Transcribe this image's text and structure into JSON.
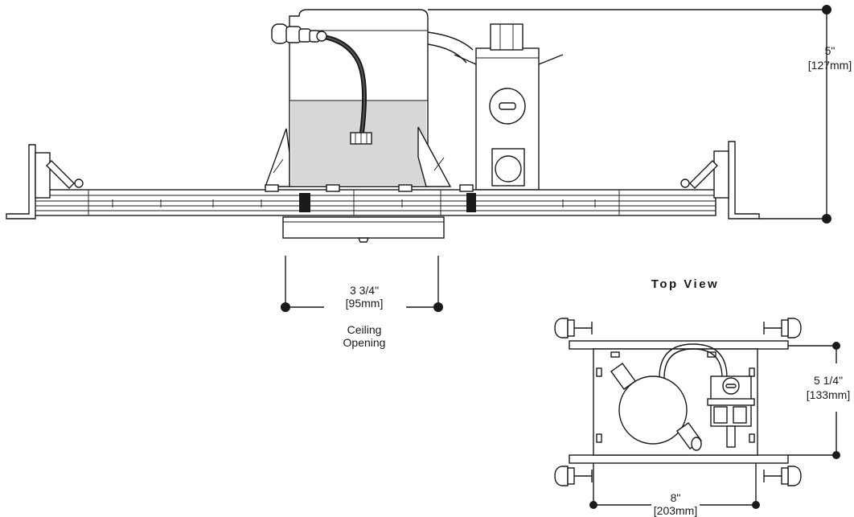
{
  "side_view": {
    "height_dim": {
      "inches": "5\"",
      "mm": "[127mm]"
    },
    "opening_dim": {
      "inches": "3 3/4\"",
      "mm": "[95mm]"
    },
    "opening_caption": [
      "Ceiling",
      "Opening"
    ]
  },
  "top_view": {
    "title": "Top View",
    "depth_dim": {
      "inches": "5 1/4\"",
      "mm": "[133mm]"
    },
    "width_dim": {
      "inches": "8\"",
      "mm": "[203mm]"
    }
  },
  "colors": {
    "line": "#1a1a1a",
    "shade": "#d8d8d8",
    "background": "#ffffff"
  }
}
